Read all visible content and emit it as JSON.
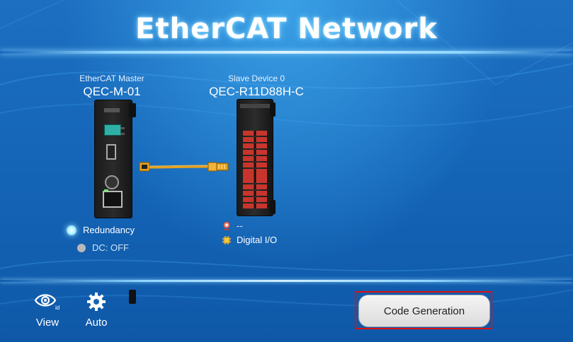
{
  "title": "EtherCAT  Network",
  "master": {
    "caption": "EtherCAT Master",
    "model": "QEC-M-01",
    "redundancy_label": "Redundancy",
    "dc_label": "DC: OFF"
  },
  "slave": {
    "caption": "Slave Device 0",
    "model": "QEC-R11D88H-C",
    "alias": "--",
    "type_label": "Digital I/O"
  },
  "toolbar": {
    "view_label": "View",
    "view_sub": "id",
    "auto_label": "Auto",
    "code_gen_label": "Code Generation"
  },
  "icons": {
    "view": "eye-id-icon",
    "auto": "gear-icon",
    "alias": "location-pin-icon",
    "dio": "chip-icon"
  },
  "colors": {
    "accent_glow": "#8fd6ff",
    "highlight_frame": "#e01010",
    "redundancy_on": "#6fdcff",
    "dc_off": "#b9b9b9"
  }
}
